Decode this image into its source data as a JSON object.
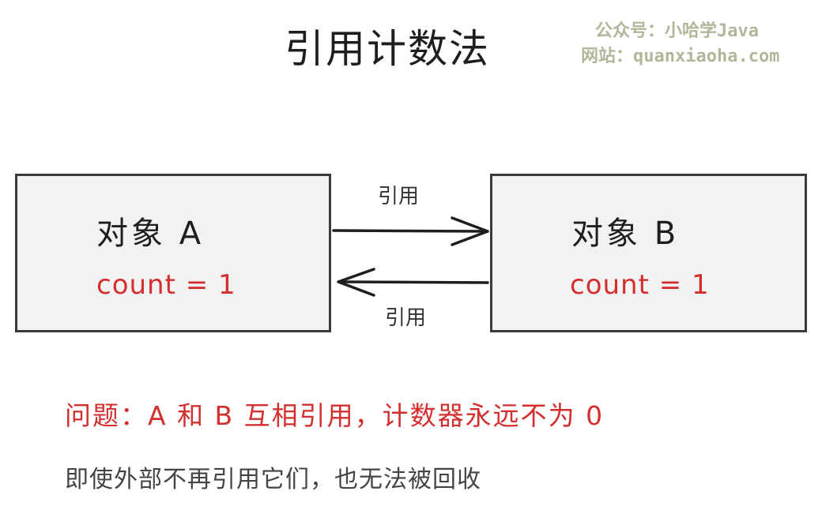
{
  "title": "引用计数法",
  "watermark": {
    "line1": "公众号：小哈学Java",
    "line2": "网站：quanxiaoha.com"
  },
  "object_a": {
    "label": "对象 A",
    "count": "count = 1"
  },
  "object_b": {
    "label": "对象 B",
    "count": "count = 1"
  },
  "edges": [
    {
      "from": "object_a",
      "to": "object_b",
      "label": "引用"
    },
    {
      "from": "object_b",
      "to": "object_a",
      "label": "引用"
    }
  ],
  "problem_text": "问题：A 和 B 互相引用，计数器永远不为 0",
  "note_text": "即使外部不再引用它们，也无法被回收",
  "colors": {
    "text": "#1e1e1e",
    "accent_red": "#d32f2f",
    "box_fill": "#f2f2f2",
    "box_stroke": "#3a3a3a",
    "watermark": "#b3b69a"
  }
}
